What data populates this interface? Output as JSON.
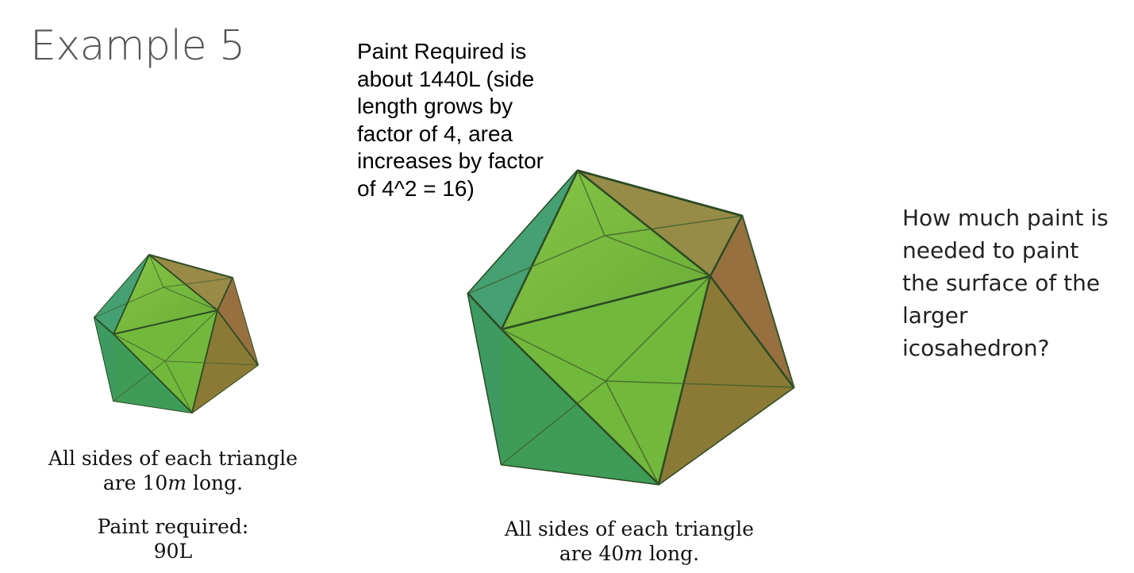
{
  "slide": {
    "title": "Example 5",
    "answer_note_lines": [
      "Paint Required is",
      "about 1440L (side",
      "length grows by",
      "factor of 4, area",
      "increases by factor",
      "of 4^2 = 16)"
    ],
    "question_lines": [
      "How much paint is",
      "needed to paint",
      "the surface of the",
      "larger",
      "icosahedron?"
    ]
  },
  "small_icosahedron": {
    "caption_line1": "All sides of each triangle",
    "caption_line2_prefix": "are 10",
    "caption_unit": "m",
    "caption_line2_suffix": " long.",
    "paint_label": "Paint required:",
    "paint_value": "90L"
  },
  "large_icosahedron": {
    "caption_line1": "All sides of each triangle",
    "caption_line2_prefix": "are 40",
    "caption_unit": "m",
    "caption_line2_suffix": " long."
  },
  "colors": {
    "face_green": "#7cbf3a",
    "face_teal": "#3f9a62",
    "face_brown": "#9a7a3c",
    "edge": "#2a4a22"
  }
}
